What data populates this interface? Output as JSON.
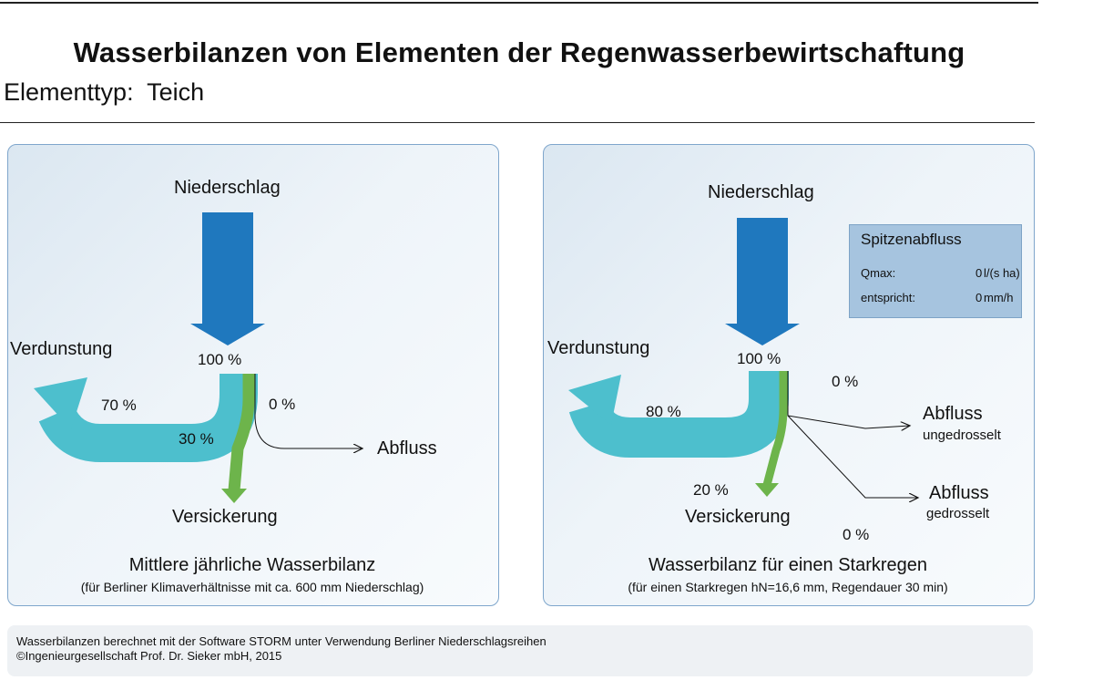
{
  "header": {
    "title": "Wasserbilanzen von Elementen der Regenwasserbewirtschaftung",
    "element_type_label": "Elementtyp:",
    "element_type_value": "Teich"
  },
  "left_panel": {
    "input_label": "Niederschlag",
    "input_pct": "100 %",
    "evaporation_label": "Verdunstung",
    "evaporation_pct": "70 %",
    "infiltration_label": "Versickerung",
    "infiltration_pct": "30 %",
    "runoff_label": "Abfluss",
    "runoff_pct": "0 %",
    "caption": "Mittlere jährliche Wasserbilanz",
    "subcaption": "(für Berliner Klimaverhältnisse mit ca. 600 mm Niederschlag)"
  },
  "right_panel": {
    "input_label": "Niederschlag",
    "input_pct": "100 %",
    "evaporation_label": "Verdunstung",
    "evaporation_pct": "80 %",
    "infiltration_label": "Versickerung",
    "infiltration_pct": "20 %",
    "runoff_unthrottled_label": "Abfluss",
    "runoff_unthrottled_sub": "ungedrosselt",
    "runoff_unthrottled_pct": "0 %",
    "runoff_throttled_label": "Abfluss",
    "runoff_throttled_sub": "gedrosselt",
    "runoff_throttled_pct": "0 %",
    "caption": "Wasserbilanz für einen Starkregen",
    "subcaption": "(für einen Starkregen hN=16,6 mm, Regendauer 30 min)"
  },
  "peak_box": {
    "title": "Spitzenabfluss",
    "qmax_label": "Qmax:",
    "qmax_value": "0",
    "qmax_unit": "l/(s ha)",
    "equiv_label": "entspricht:",
    "equiv_value": "0",
    "equiv_unit": "mm/h"
  },
  "footer": {
    "line1": "Wasserbilanzen berechnet mit der Software STORM unter Verwendung Berliner Niederschlagsreihen",
    "line2": "©Ingenieurgesellschaft Prof. Dr. Sieker mbH, 2015"
  },
  "colors": {
    "precipitation": "#1f78be",
    "evaporation": "#4dbfcd",
    "infiltration": "#6db44b",
    "runoff_line": "#111111",
    "panel_border": "#7fa6cc",
    "peak_box": "#a6c4df"
  }
}
